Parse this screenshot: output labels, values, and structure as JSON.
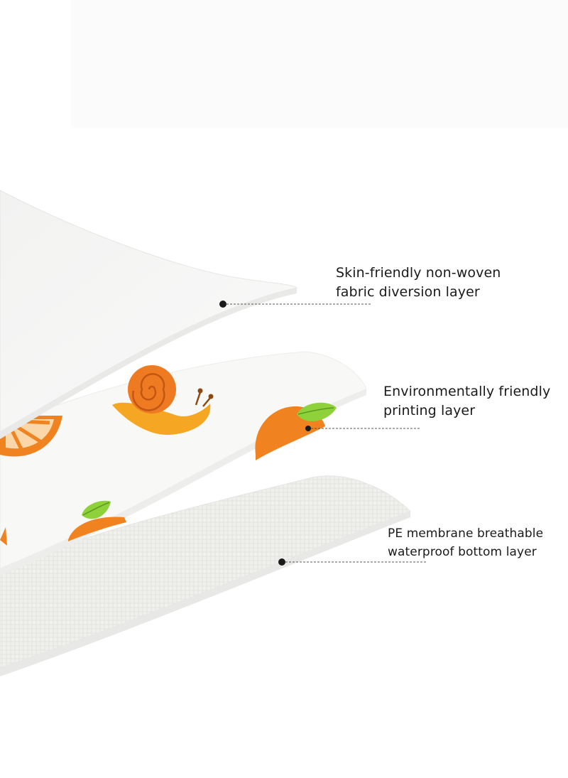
{
  "layers": [
    {
      "id": "top",
      "label_lines": [
        "Skin-friendly non-woven",
        "fabric diversion layer"
      ]
    },
    {
      "id": "middle",
      "label_lines": [
        "Environmentally friendly",
        "printing layer"
      ]
    },
    {
      "id": "bottom",
      "label_lines": [
        "PE membrane breathable",
        "waterproof bottom layer"
      ]
    }
  ],
  "colors": {
    "background": "#ffffff",
    "sheet_top": "#f4f4f3",
    "sheet_mid": "#f7f7f6",
    "sheet_bottom": "#efefed",
    "orange": "#f0831f",
    "orange_dark": "#d9681a",
    "leaf": "#8fd13b",
    "leader_line": "#555555",
    "text": "#1a1a1a"
  },
  "icons": [
    "snail-icon",
    "orange-slice-icon",
    "orange-fruit-icon",
    "leaf-icon"
  ]
}
